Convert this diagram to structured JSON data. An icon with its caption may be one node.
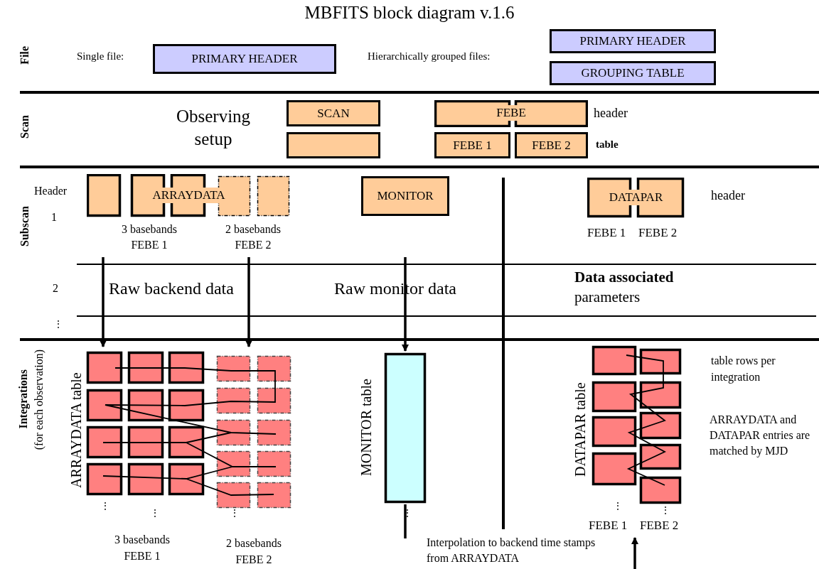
{
  "diagram": {
    "title": "MBFITS block diagram v.1.6",
    "nodes": [
      {
        "text": [
          "PRIMARY HEADER"
        ]
      },
      {
        "text": [
          "PRIMARY HEADER"
        ]
      },
      {
        "text": [
          "GROUPING TABLE"
        ]
      },
      {
        "text": [
          "SCAN"
        ]
      },
      {
        "text": [],
        "shape": "box"
      },
      {
        "text": [
          "FEBE"
        ]
      },
      {
        "text": [
          "FEBE 1"
        ]
      },
      {
        "text": [
          "FEBE 2"
        ]
      },
      {
        "text": [
          "ARRAYDATA"
        ]
      },
      {
        "text": [
          "MONITOR"
        ]
      },
      {
        "text": [
          "DATAPAR"
        ]
      },
      {
        "text": [
          "ARRAYDATA table"
        ]
      },
      {
        "text": [
          "MONITOR table"
        ]
      },
      {
        "text": [
          "DATAPAR table"
        ],
        "beside": [
          "FEBE 1",
          "FEBE 2"
        ]
      }
    ],
    "edges": [
      {
        "from": null,
        "to": 11,
        "arrow": "to"
      },
      {
        "from": null,
        "to": 11,
        "arrow": "to"
      },
      {
        "from": null,
        "to": 12,
        "arrow": "to"
      },
      {
        "from": 12,
        "to": null,
        "arrow": "none"
      },
      {
        "from": null,
        "to": 13,
        "arrow": "to"
      }
    ],
    "labels": [
      "Single file:",
      "Hierarchically grouped files:",
      "File",
      "Scan",
      "Observing setup",
      "header",
      "table",
      "Subscan",
      "Header",
      "1",
      "3 basebands FEBE 1",
      "2 basebands FEBE 2",
      "header",
      "FEBE 1",
      "FEBE 2",
      "2",
      "Raw backend data",
      "Raw monitor data",
      "**Data associated** parameters",
      "⋮",
      "Integrations",
      "(for each observation)",
      "table rows per integration",
      "ARRAYDATA and DATAPAR entries are matched by MJD",
      "⋮",
      "⋮",
      "⋮",
      "⋮",
      "⋮",
      "⋮",
      "3 basebands FEBE 1",
      "2 basebands FEBE 2",
      "Interpolation to backend time stamps from ARRAYDATA"
    ]
  }
}
